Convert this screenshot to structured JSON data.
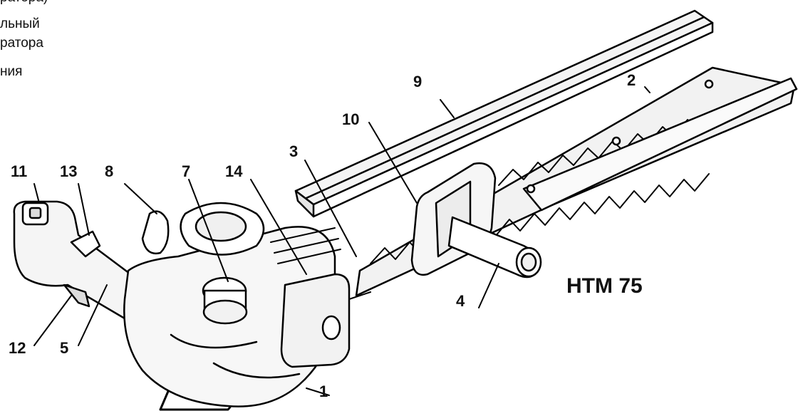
{
  "legend_fragments": [
    "ратора)",
    "льный",
    "ратора",
    "ния"
  ],
  "model": "HTM 75",
  "callouts": [
    "1",
    "2",
    "3",
    "4",
    "5",
    "7",
    "8",
    "9",
    "10",
    "11",
    "12",
    "13",
    "14"
  ]
}
